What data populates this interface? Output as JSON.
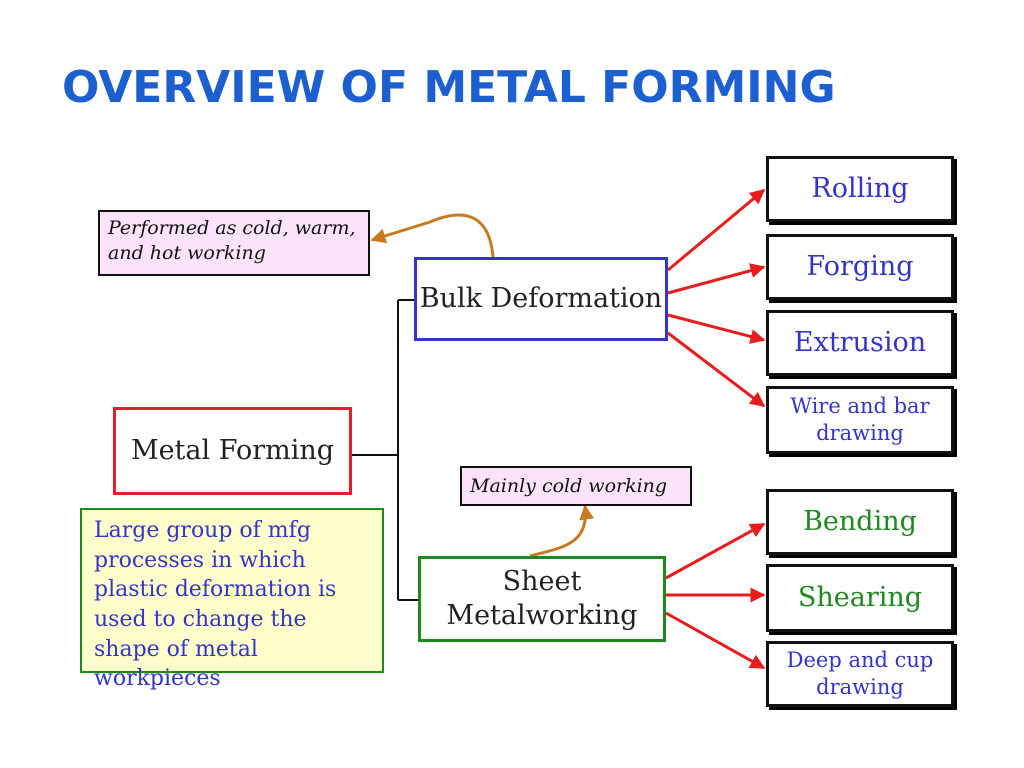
{
  "title": "OVERVIEW OF METAL FORMING",
  "colors": {
    "title": "#1b5fd0",
    "bulk_border": "#3434c8",
    "sheet_border": "#1e8a1e",
    "root_border": "#e0202a",
    "arrow_red": "#e81c1c",
    "arrow_orange": "#c87a1e",
    "note_fill": "#fbe3fb",
    "desc_fill": "#ffffcc"
  },
  "root": {
    "label": "Metal Forming"
  },
  "description": "Large group of  mfg processes in which plastic deformation is used to change the shape of metal workpieces",
  "bulk": {
    "label": "Bulk Deformation",
    "note": "Performed as cold, warm, and hot working",
    "processes": [
      "Rolling",
      "Forging",
      "Extrusion",
      "Wire and bar drawing"
    ]
  },
  "sheet": {
    "label_line1": "Sheet",
    "label_line2": "Metalworking",
    "note": "Mainly cold working",
    "processes": [
      "Bending",
      "Shearing",
      "Deep and cup drawing"
    ]
  }
}
